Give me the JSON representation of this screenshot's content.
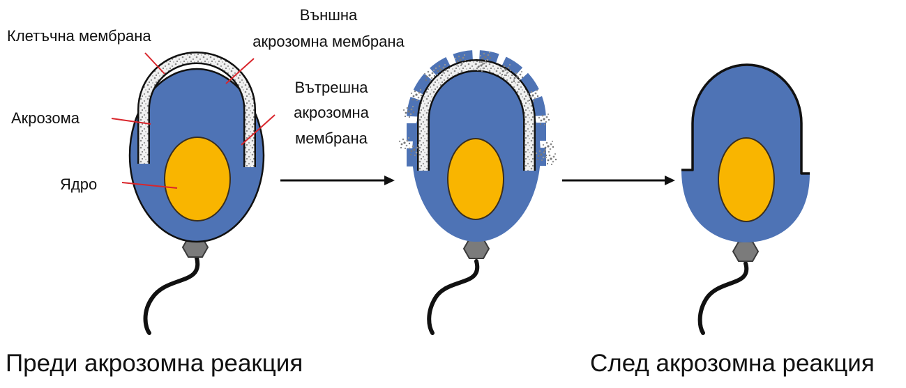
{
  "labels": {
    "cell_membrane": "Клетъчна мембрана",
    "outer_membrane_line1": "Външна",
    "outer_membrane_line2": "акрозомна мембрана",
    "inner_membrane_line1": "Вътрешна",
    "inner_membrane_line2": "акрозомна",
    "inner_membrane_line3": "мембрана",
    "acrosome": "Акрозома",
    "nucleus": "Ядро"
  },
  "captions": {
    "before": "Преди акрозомна реакция",
    "after": "След акрозомна реакция"
  },
  "colors": {
    "cell": "#4e73b5",
    "nucleus": "#f9b500",
    "midpiece": "#7b7b7b",
    "leader_line": "#d9262c",
    "outline": "#111111"
  }
}
